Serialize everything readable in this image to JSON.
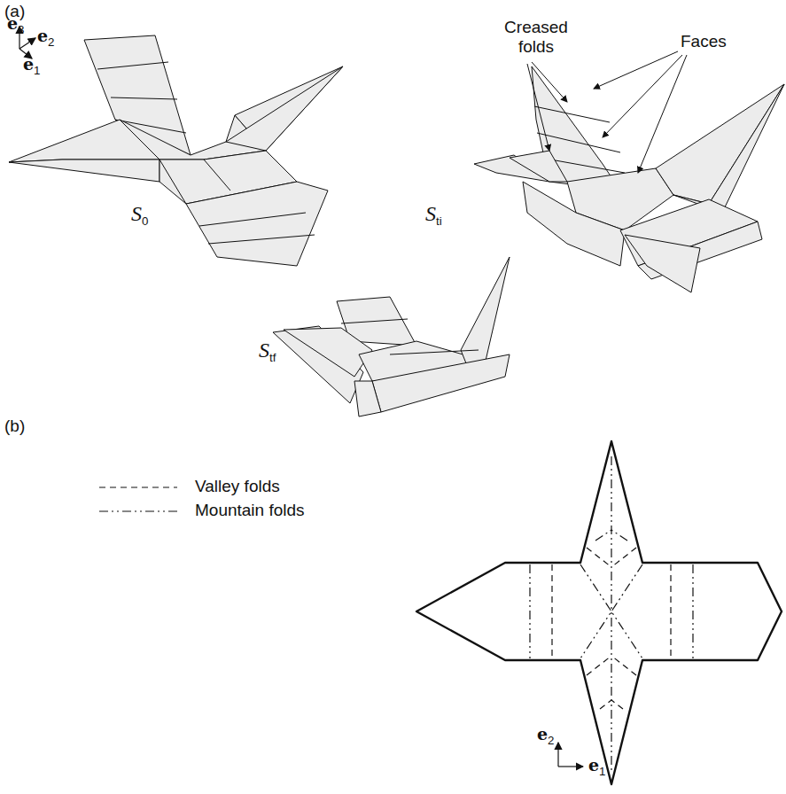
{
  "diagram": {
    "labels": [
      "(a)",
      "e3",
      "e2",
      "e1",
      "S0",
      "Creased folds",
      "Faces",
      "Sti",
      "Stf",
      "(b)",
      "e2",
      "e1"
    ],
    "legend": [
      {
        "text": "Valley folds"
      },
      {
        "text": "Mountain folds"
      }
    ]
  }
}
